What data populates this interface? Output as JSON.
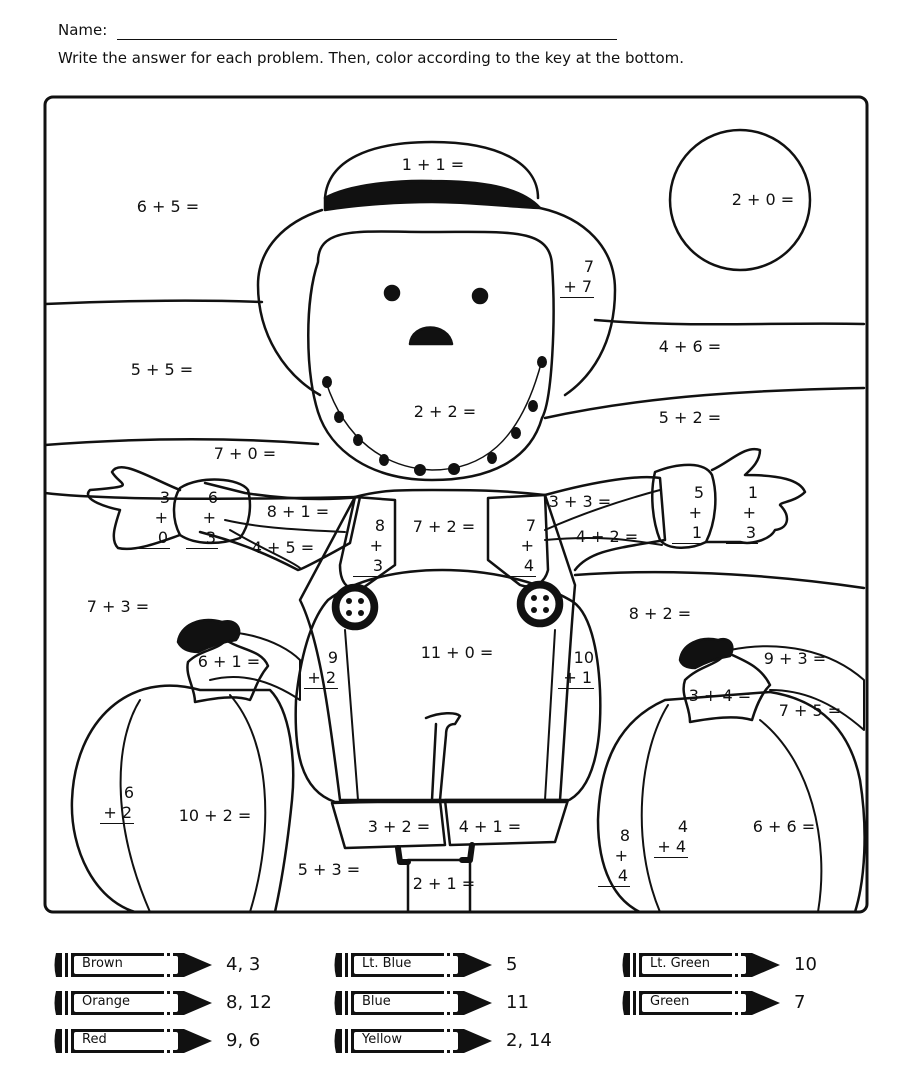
{
  "header": {
    "name_label": "Name:",
    "instructions": "Write the answer for each problem. Then, color according to the key at the bottom."
  },
  "problems": {
    "hat": "1 + 1 =",
    "sun": "2 + 0 =",
    "sky_left": "6 + 5 =",
    "field_left": "5 + 5 =",
    "field_left_low": "7 + 0 =",
    "field_right": "4 + 6 =",
    "field_right_low": "5 + 2 =",
    "face": "2 + 2 =",
    "shirt_mid": "7 + 2 =",
    "arm_left_upper": "8 + 1 =",
    "arm_left_lower": "4 + 5 =",
    "arm_right_upper": "3 + 3 =",
    "arm_right_lower": "4 + 2 =",
    "ground_left": "7 + 3 =",
    "ground_right": "8 + 2 =",
    "pumpkin_left_stem": "6 + 1 =",
    "pumpkin_left_mid": "10 + 2 =",
    "overalls": "11 + 0 =",
    "pumpkin_right_top": "9 + 3 =",
    "pumpkin_right_stem": "3 + 4 =",
    "pumpkin_right_side": "7 + 5 =",
    "pumpkin_right_mid": "6 + 6 =",
    "cuff_left": "3 + 2 =",
    "cuff_right": "4 + 1 =",
    "ground_bottom": "5 + 3 =",
    "post": "2 + 1 ="
  },
  "vertical_problems": [
    {
      "id": "hat-brim",
      "top": "7",
      "bottom": "+ 7"
    },
    {
      "id": "glove-left-outer",
      "top": "3",
      "bottom": "+ 0"
    },
    {
      "id": "glove-left-inner",
      "top": "6",
      "bottom": "+ 3"
    },
    {
      "id": "strap-left",
      "top": "8",
      "bottom": "+ 3"
    },
    {
      "id": "strap-right",
      "top": "7",
      "bottom": "+ 4"
    },
    {
      "id": "glove-right-inner",
      "top": "5",
      "bottom": "+ 1"
    },
    {
      "id": "glove-right-outer",
      "top": "1",
      "bottom": "+ 3"
    },
    {
      "id": "leg-left",
      "top": "9",
      "bottom": "+ 2"
    },
    {
      "id": "leg-right",
      "top": "10",
      "bottom": "+ 1"
    },
    {
      "id": "pumpkin-left-side",
      "top": "6",
      "bottom": "+ 2"
    },
    {
      "id": "pumpkin-right-inner",
      "top": "8",
      "bottom": "+ 4"
    },
    {
      "id": "pumpkin-right-center",
      "top": "4",
      "bottom": "+ 4"
    }
  ],
  "color_key": [
    {
      "label": "Brown",
      "values": "4, 3"
    },
    {
      "label": "Lt. Blue",
      "values": "5"
    },
    {
      "label": "Lt. Green",
      "values": "10"
    },
    {
      "label": "Orange",
      "values": "8, 12"
    },
    {
      "label": "Blue",
      "values": "11"
    },
    {
      "label": "Green",
      "values": "7"
    },
    {
      "label": "Red",
      "values": "9, 6"
    },
    {
      "label": "Yellow",
      "values": "2, 14"
    }
  ]
}
